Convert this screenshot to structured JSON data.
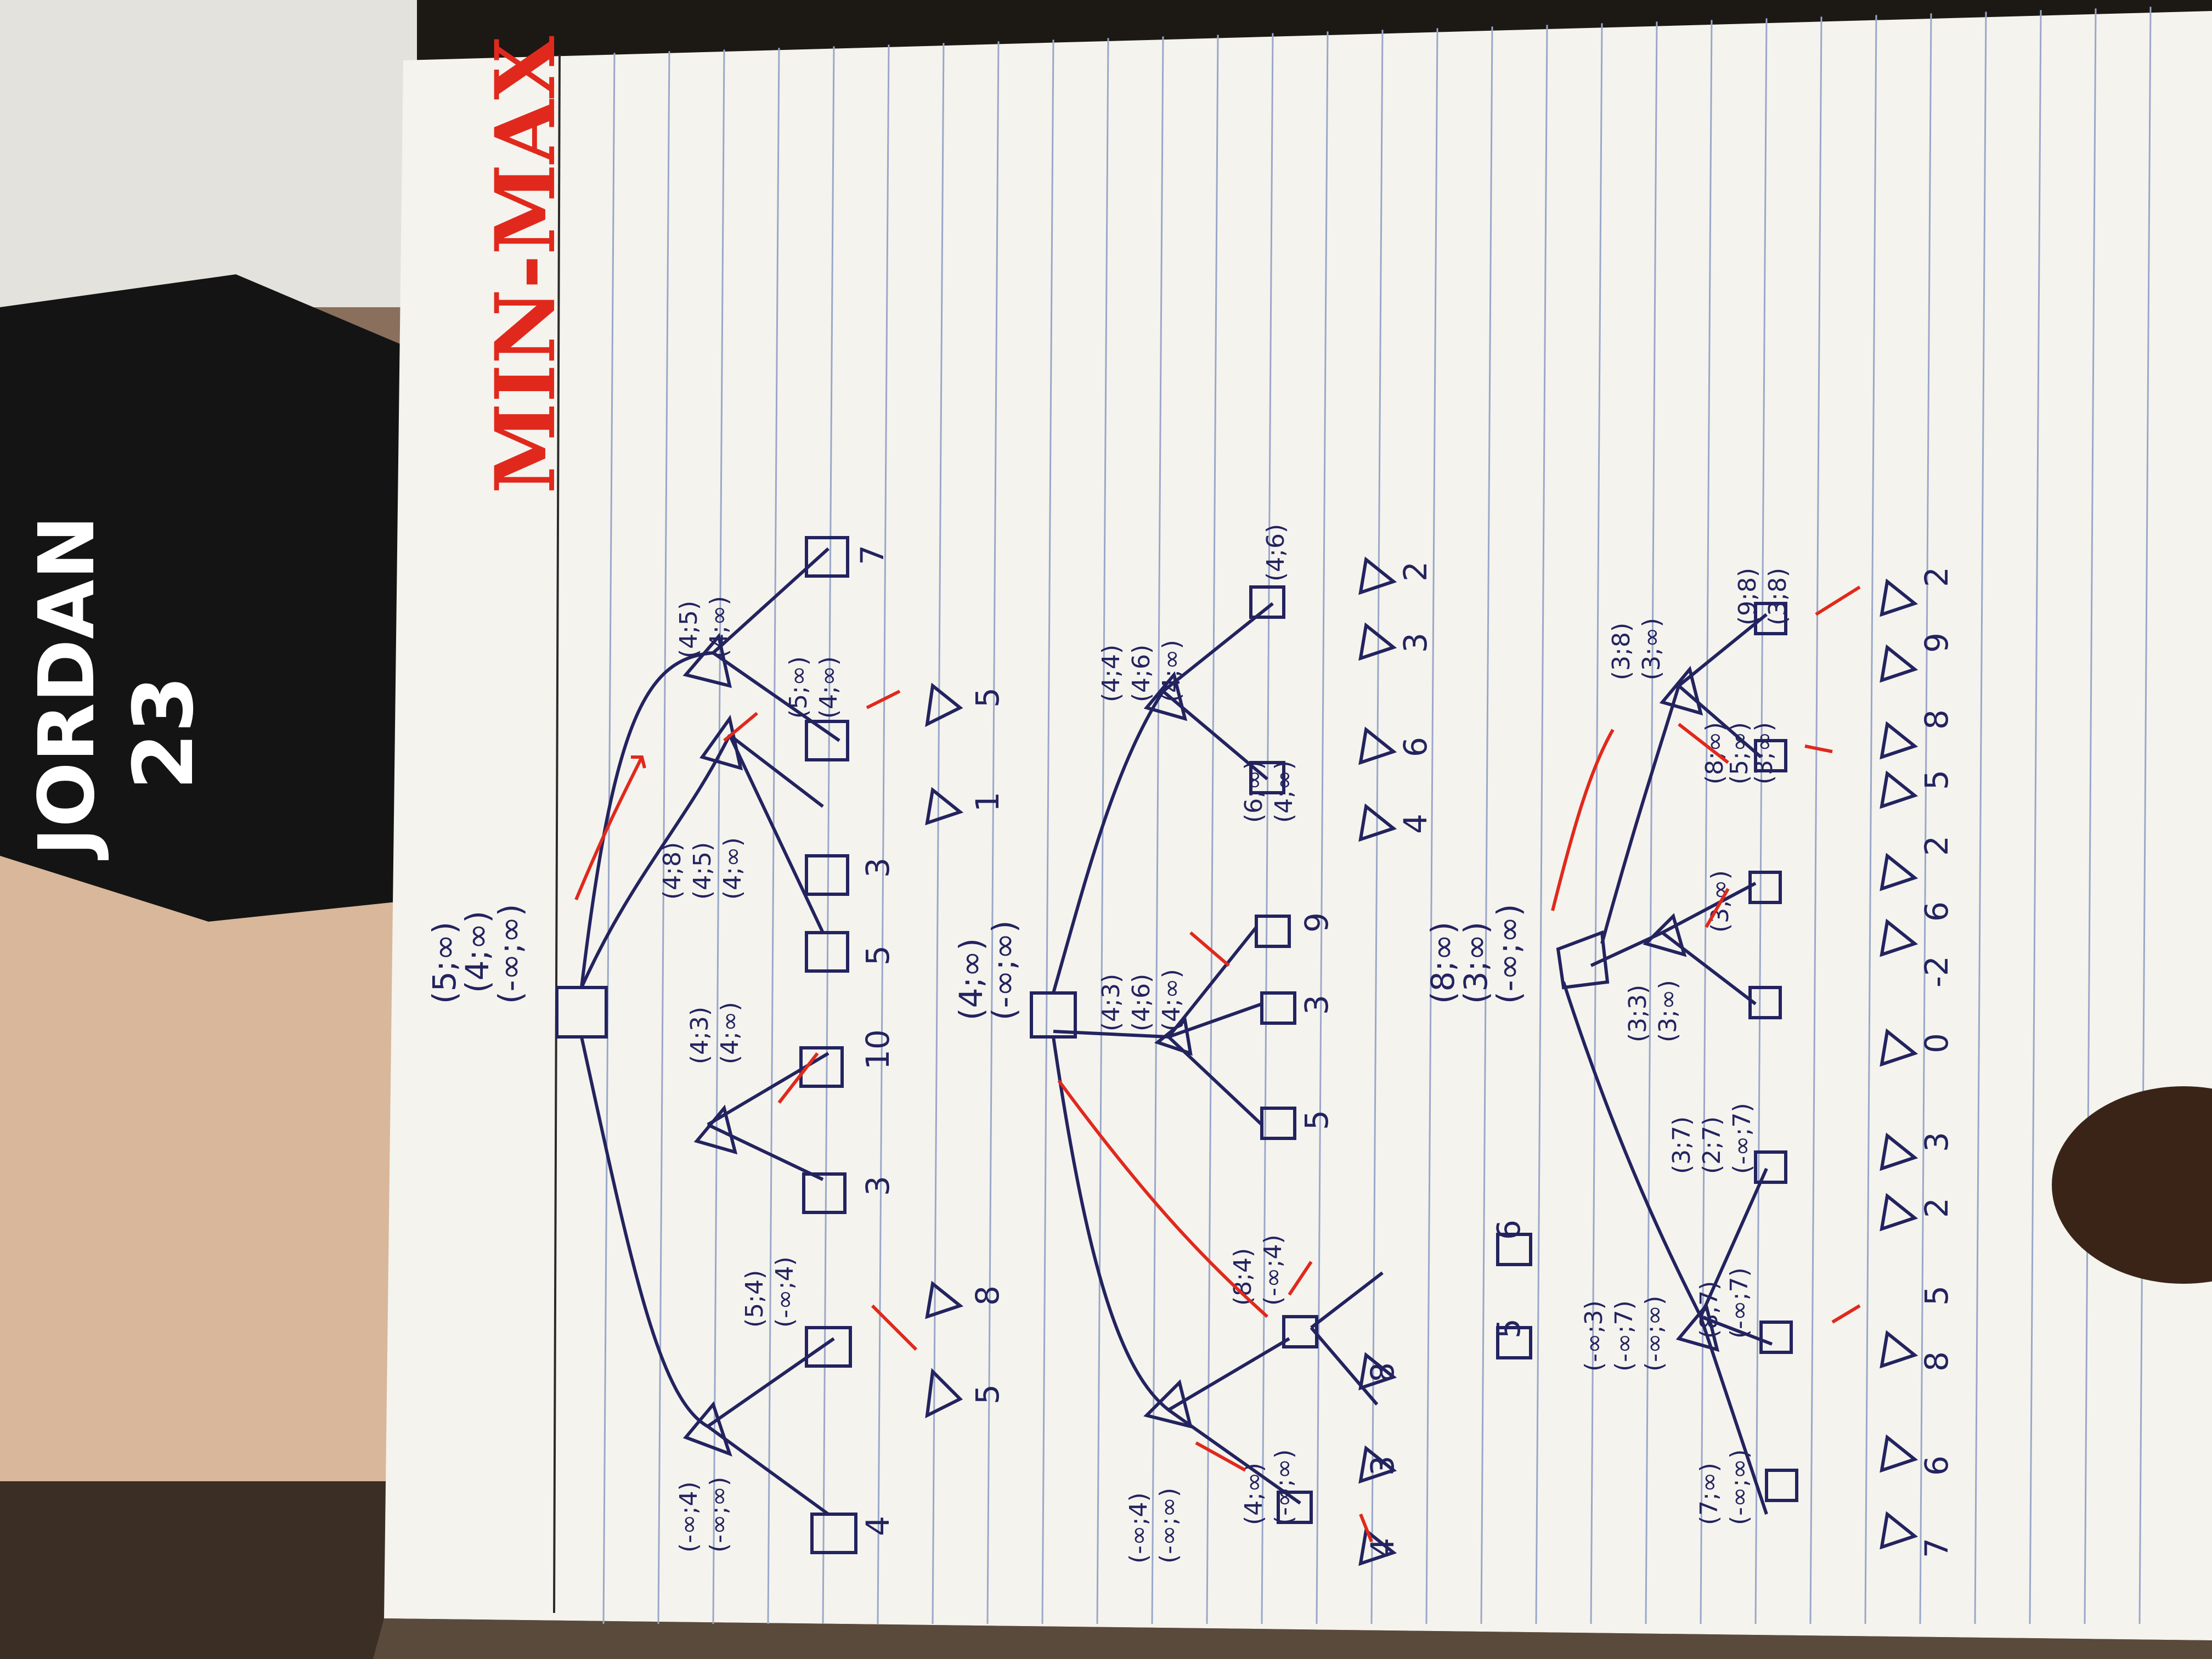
{
  "title": "MIN-MAX",
  "jersey": {
    "word": "JORDAN",
    "number": "23"
  },
  "trees": [
    {
      "root_labels": [
        "(5;∞)",
        "(4;∞)",
        "(-∞;∞)"
      ],
      "node_labels": [
        "(-∞;4)",
        "(-∞;∞)",
        "(5;4)",
        "(-∞;4)",
        "(4;3)",
        "(4;∞)",
        "(4;8)",
        "(4;5)",
        "(4;∞)",
        "(4;5)",
        "(4;∞)",
        "(5;∞)",
        "(4;∞)"
      ],
      "leaves": [
        "4",
        "5",
        "8",
        "3",
        "10",
        "5",
        "3",
        "1",
        "5",
        "7"
      ]
    },
    {
      "root_labels": [
        "(4;∞)",
        "(-∞;∞)"
      ],
      "node_labels": [
        "(-∞;4)",
        "(-∞;∞)",
        "(4;∞)",
        "(-∞;∞)",
        "(8;4)",
        "(-∞;4)",
        "(4;3)",
        "(4;6)",
        "(4;∞)",
        "(4;4)",
        "(4;6)",
        "(4;∞)",
        "(6;∞)",
        "(4;∞)",
        "(4;6)"
      ],
      "leaves": [
        "4",
        "3",
        "8",
        "5",
        "6",
        "5",
        "3",
        "9",
        "4",
        "6",
        "3",
        "2"
      ]
    },
    {
      "root_labels": [
        "(8;∞)",
        "(3;∞)",
        "(-∞;∞)"
      ],
      "node_labels": [
        "(-∞;3)",
        "(-∞;7)",
        "(-∞;∞)",
        "(7;∞)",
        "(-∞;∞)",
        "(8;7)",
        "(-∞;7)",
        "(3;7)",
        "(2;7)",
        "(-∞;7)",
        "(3;3)",
        "(3;∞)",
        "(3;∞)",
        "(3;8)",
        "(3;∞)",
        "(8;∞)",
        "(5;∞)",
        "(3;∞)",
        "(9;8)",
        "(3;8)"
      ],
      "leaves": [
        "7",
        "6",
        "8",
        "5",
        "2",
        "3",
        "0",
        "-2",
        "6",
        "2",
        "5",
        "8",
        "9",
        "2"
      ]
    }
  ],
  "colors": {
    "ink": "#23235f",
    "red": "#e0291c",
    "paper": "#f4f3ee",
    "rule": "#9aa7c9"
  }
}
